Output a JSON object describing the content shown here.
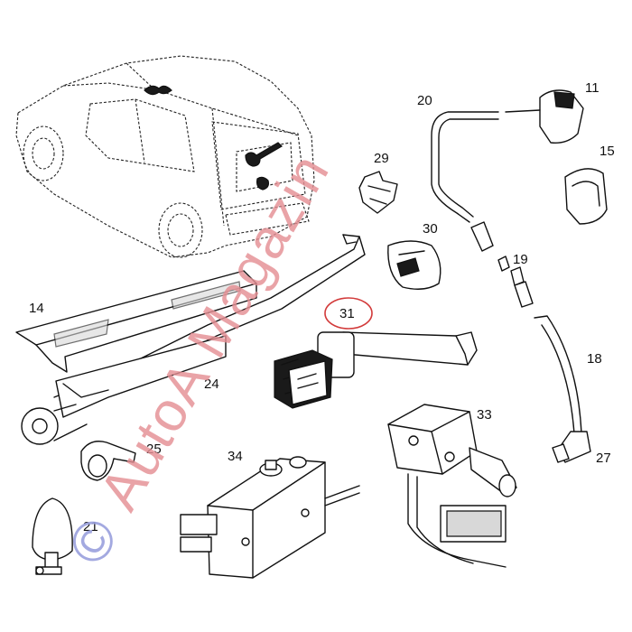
{
  "callouts": [
    {
      "id": "20",
      "text": "20"
    },
    {
      "id": "11",
      "text": "11"
    },
    {
      "id": "15",
      "text": "15"
    },
    {
      "id": "29",
      "text": "29"
    },
    {
      "id": "30",
      "text": "30"
    },
    {
      "id": "19",
      "text": "19"
    },
    {
      "id": "14",
      "text": "14"
    },
    {
      "id": "31",
      "text": "31"
    },
    {
      "id": "18",
      "text": "18"
    },
    {
      "id": "24",
      "text": "24"
    },
    {
      "id": "33",
      "text": "33"
    },
    {
      "id": "25",
      "text": "25"
    },
    {
      "id": "34",
      "text": "34"
    },
    {
      "id": "27",
      "text": "27"
    },
    {
      "id": "21",
      "text": "21"
    }
  ],
  "watermark": {
    "copyright_symbol": "©",
    "text": "AutoA Magazin"
  },
  "colors": {
    "watermark_text": "#e58f94",
    "watermark_symbol": "#9aa0dd",
    "highlight_circle": "#d23a3a",
    "line_art": "#111111"
  }
}
